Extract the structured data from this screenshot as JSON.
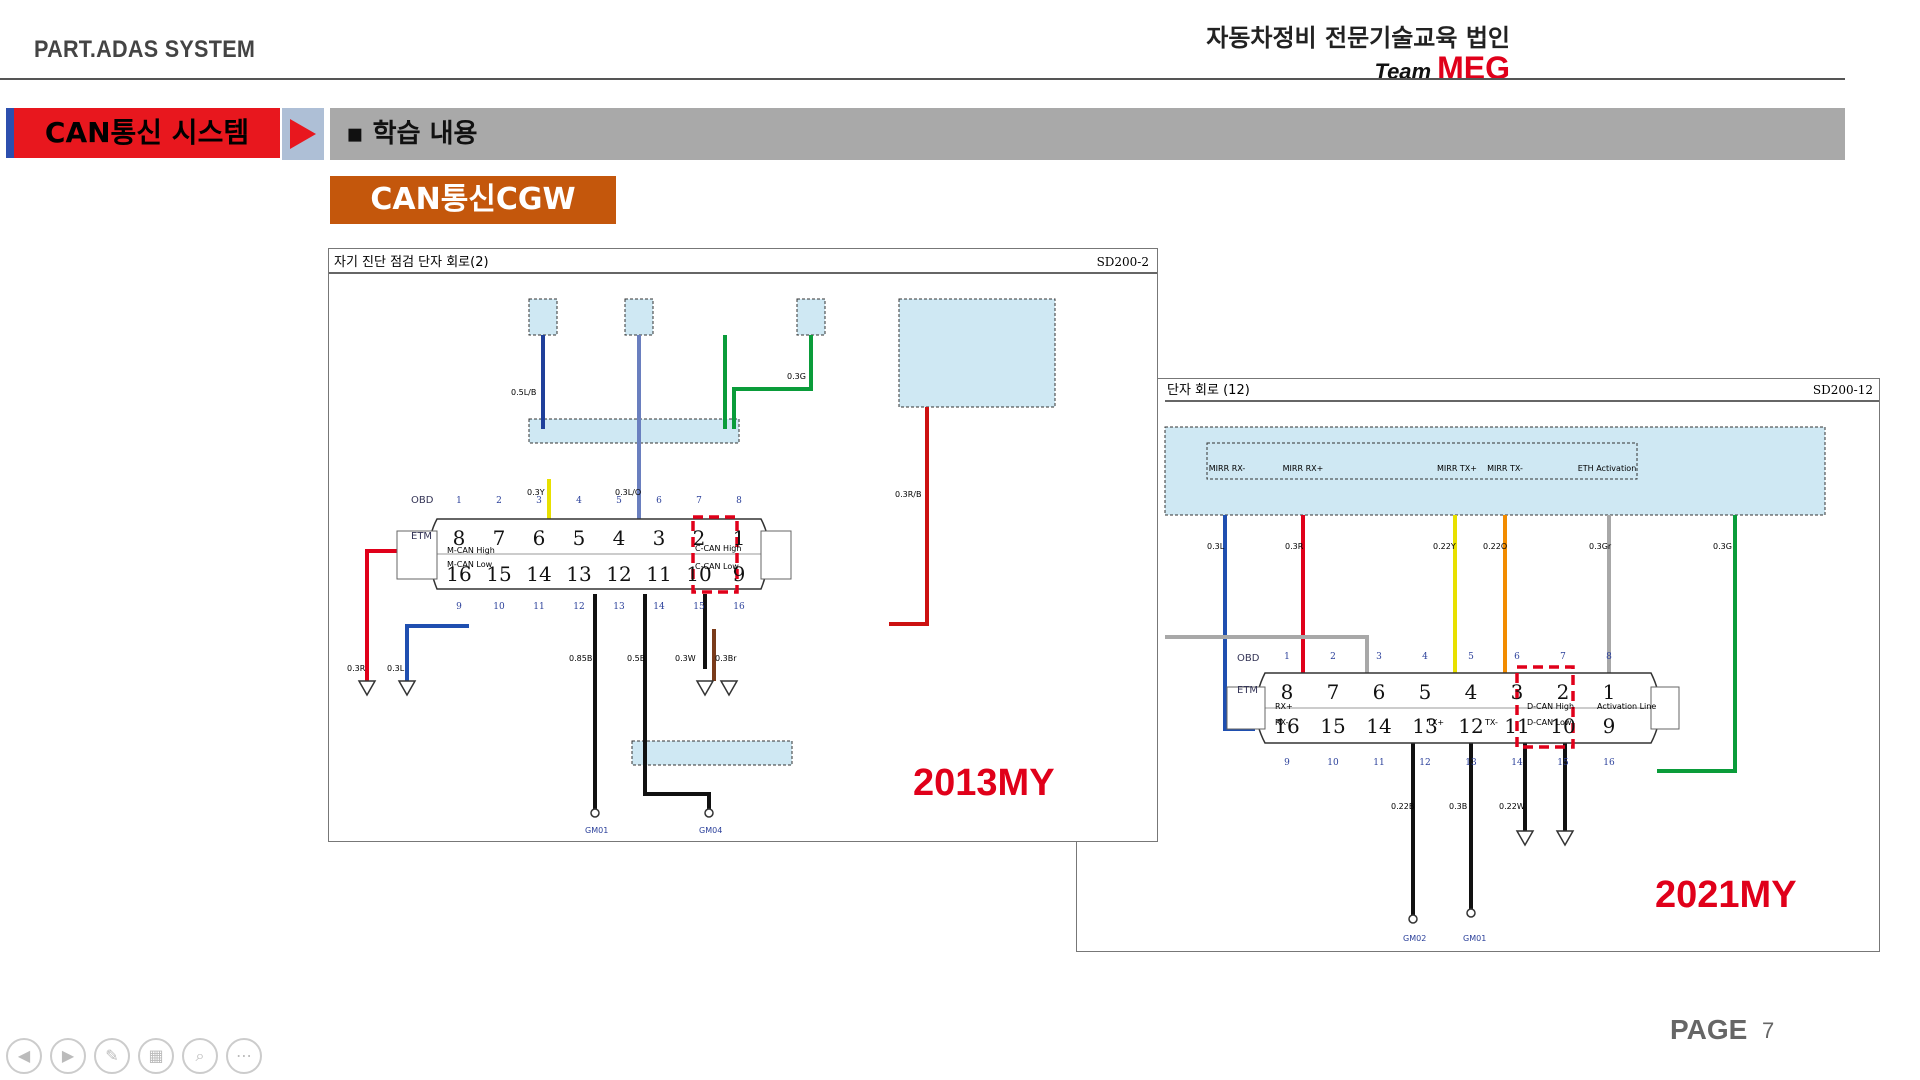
{
  "header": {
    "part_label": "PART.ADAS SYSTEM",
    "org_name": "자동차정비 전문기술교육 법인",
    "team_prefix": "Team",
    "team_brand": "MEG"
  },
  "section_tag": "CAN통신 시스템",
  "topic": "▪ 학습 내용",
  "subtopic": "CAN통신CGW",
  "diagram_2013": {
    "title": "자기 진단 점검 단자 회로(2)",
    "code": "SD200-2",
    "year_label": "2013MY",
    "obd_label": "OBD",
    "etm_label": "ETM",
    "top_pins": [
      "8",
      "7",
      "6",
      "5",
      "4",
      "3",
      "2",
      "1"
    ],
    "bottom_pins": [
      "16",
      "15",
      "14",
      "13",
      "12",
      "11",
      "10",
      "9"
    ],
    "obd_top": [
      "1",
      "2",
      "3",
      "4",
      "5",
      "6",
      "7",
      "8"
    ],
    "obd_bottom": [
      "9",
      "10",
      "11",
      "12",
      "13",
      "14",
      "15",
      "16"
    ],
    "pin_labels": {
      "m_can_high": "M-CAN High",
      "m_can_low": "M-CAN Low",
      "c_can_high": "C-CAN High",
      "c_can_low": "C-CAN Low"
    },
    "wire_labels": [
      "0.3R",
      "0.3L",
      "0.85B",
      "0.5B",
      "0.3W",
      "0.3Br",
      "0.3Y",
      "0.3L/O",
      "0.3G",
      "0.3R/B",
      "0.5L/B"
    ],
    "ground_labels": [
      "GM01",
      "GM04"
    ]
  },
  "diagram_2021": {
    "title": "단자 회로 (12)",
    "code": "SD200-12",
    "year_label": "2021MY",
    "obd_label": "OBD",
    "etm_label": "ETM",
    "top_pins": [
      "8",
      "7",
      "6",
      "5",
      "4",
      "3",
      "2",
      "1"
    ],
    "bottom_pins": [
      "16",
      "15",
      "14",
      "13",
      "12",
      "11",
      "10",
      "9"
    ],
    "obd_top": [
      "1",
      "2",
      "3",
      "4",
      "5",
      "6",
      "7",
      "8"
    ],
    "obd_bottom": [
      "9",
      "10",
      "11",
      "12",
      "13",
      "14",
      "15",
      "16"
    ],
    "pin_labels": {
      "rx_plus": "RX+",
      "rx_minus": "RX-",
      "tx_plus": "TX+",
      "tx_minus": "TX-",
      "d_can_high": "D-CAN High",
      "d_can_low": "D-CAN Low",
      "activation_line": "Activation Line"
    },
    "module_labels": [
      "MIRR RX-",
      "MIRR RX+",
      "MIRR TX+",
      "MIRR TX-",
      "ETH Activation"
    ],
    "wire_labels": [
      "0.3L",
      "0.3R",
      "0.22Y",
      "0.22O",
      "0.3Gr",
      "0.3G",
      "0.22B",
      "0.3B",
      "0.22W"
    ],
    "ground_labels": [
      "GM02",
      "GM01"
    ]
  },
  "footer": {
    "page_label": "PAGE",
    "page_number": "7"
  },
  "nav": {
    "icons": [
      "prev-icon",
      "next-icon",
      "pen-icon",
      "slides-icon",
      "zoom-icon",
      "more-icon"
    ]
  }
}
